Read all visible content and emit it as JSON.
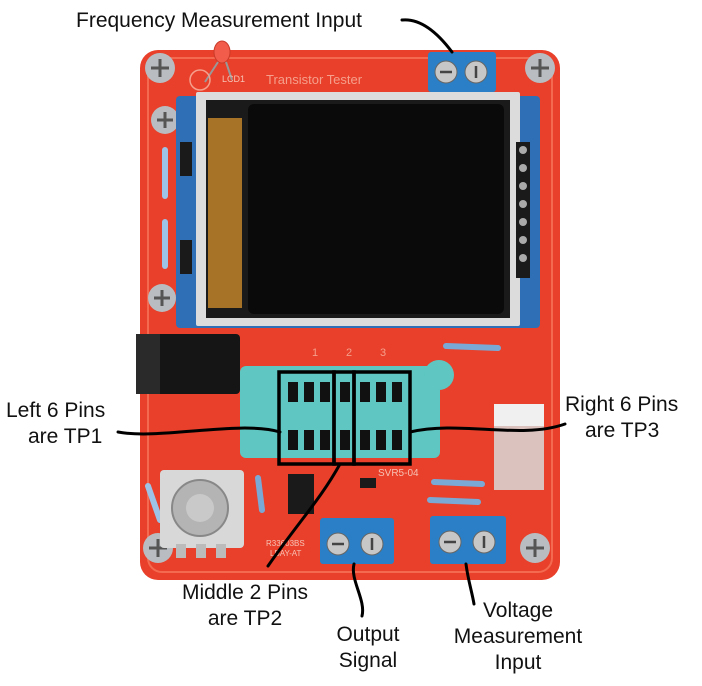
{
  "labels": {
    "freq_input": "Frequency Measurement Input",
    "left_pins_l1": "Left 6 Pins",
    "left_pins_l2": "are TP1",
    "right_pins_l1": "Right 6 Pins",
    "right_pins_l2": "are TP3",
    "middle_pins_l1": "Middle 2 Pins",
    "middle_pins_l2": "are TP2",
    "output_l1": "Output",
    "output_l2": "Signal",
    "voltage_l1": "Voltage",
    "voltage_l2": "Measurement",
    "voltage_l3": "Input"
  },
  "silkscreen": {
    "title": "Transistor Tester",
    "led": "LCD1",
    "socket_nums": [
      "1",
      "2",
      "3"
    ],
    "socket_part": "SVR5-04",
    "chip": "R33603BS",
    "chip2": "LBAY-AT"
  },
  "colors": {
    "board": "#e8402a",
    "screen_frame": "#2f6fb6",
    "terminal": "#2a7fc6",
    "socket": "#5fc6c1",
    "highlight_box": "#000000"
  }
}
